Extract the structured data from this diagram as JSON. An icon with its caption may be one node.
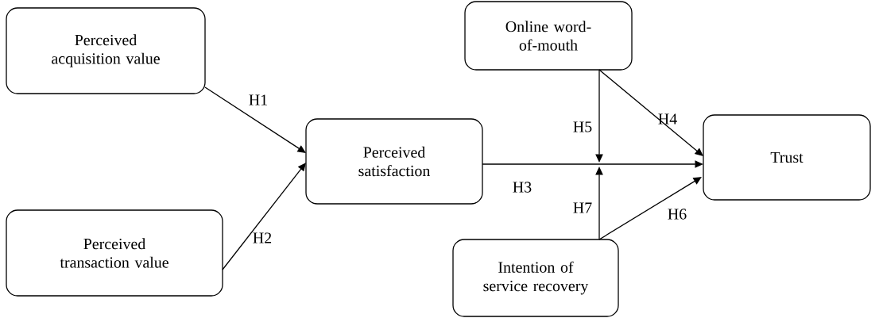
{
  "diagram": {
    "nodes": [
      {
        "text": [
          "Perceived acquisition value"
        ]
      },
      {
        "text": [
          "Perceived transaction value"
        ]
      },
      {
        "text": [
          "Perceived satisfaction"
        ]
      },
      {
        "text": [
          "Online word-of-mouth"
        ]
      },
      {
        "text": [
          "Intention of service recovery"
        ]
      },
      {
        "text": [
          "Trust"
        ]
      }
    ],
    "edges": [
      {
        "from": 0,
        "to": 2,
        "arrow": "to",
        "label": "H1"
      },
      {
        "from": 1,
        "to": 2,
        "arrow": "to",
        "label": "H2"
      },
      {
        "from": 2,
        "to": 5,
        "arrow": "to",
        "label": "H3"
      },
      {
        "from": 3,
        "to": 5,
        "arrow": "to",
        "label": "H4"
      },
      {
        "from": 3,
        "to": null,
        "arrow": "to",
        "label": "H5"
      },
      {
        "from": 4,
        "to": 5,
        "arrow": "to",
        "label": "H6"
      },
      {
        "from": 4,
        "to": null,
        "arrow": "to",
        "label": "H7"
      }
    ]
  }
}
